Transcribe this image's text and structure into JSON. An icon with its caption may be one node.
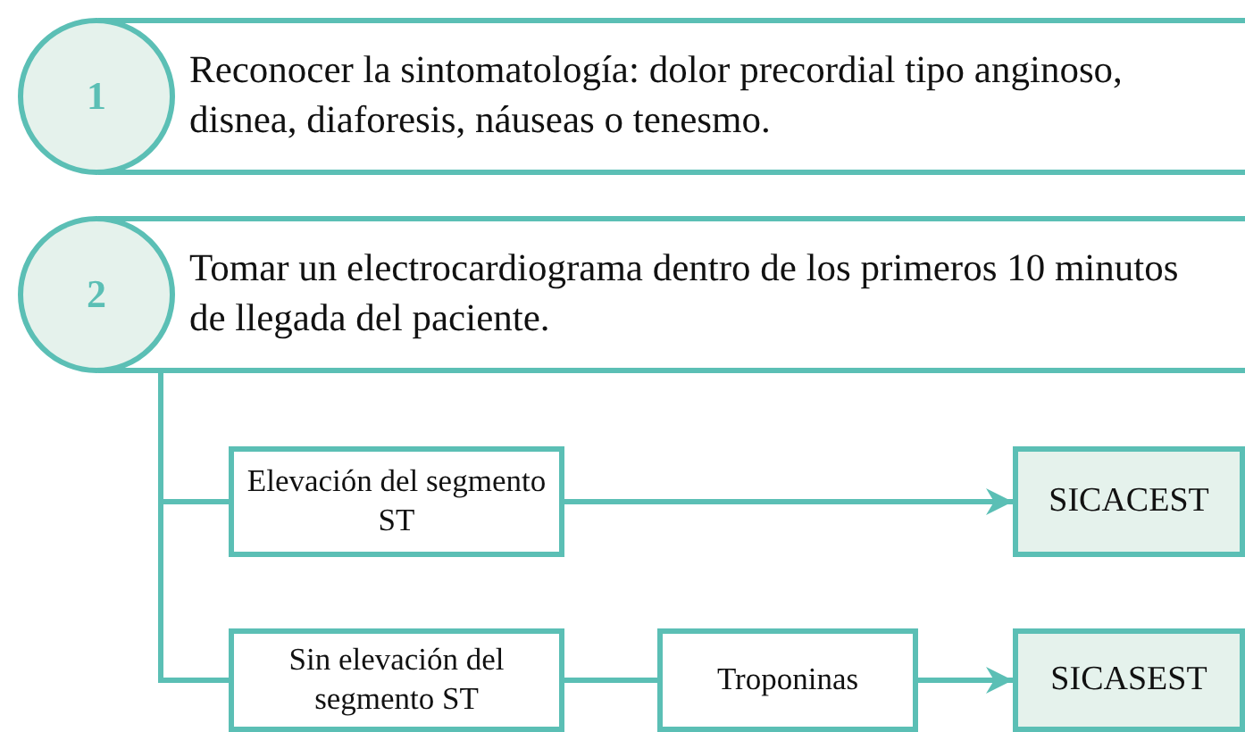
{
  "diagram": {
    "nodes": [
      {
        "text": [
          "1",
          "Reconocer la sintomatología: dolor precordial tipo anginoso, disnea, diaforesis, náuseas o tenesmo."
        ]
      },
      {
        "text": [
          "2",
          "Tomar un electrocardiograma dentro de los primeros 10 minutos de llegada del paciente."
        ]
      },
      {
        "text": [
          "Elevación del segmento ST"
        ]
      },
      {
        "text": [
          "SICACEST"
        ]
      },
      {
        "text": [
          "Sin elevación del segmento ST"
        ]
      },
      {
        "text": [
          "Troponinas"
        ]
      },
      {
        "text": [
          "SICASEST"
        ]
      }
    ],
    "edges": [
      {
        "from": 1,
        "to": 2,
        "arrow": "none"
      },
      {
        "from": 1,
        "to": 4,
        "arrow": "none"
      },
      {
        "from": 2,
        "to": 3,
        "arrow": "to"
      },
      {
        "from": 4,
        "to": 5,
        "arrow": "none"
      },
      {
        "from": 5,
        "to": 6,
        "arrow": "to"
      }
    ]
  }
}
